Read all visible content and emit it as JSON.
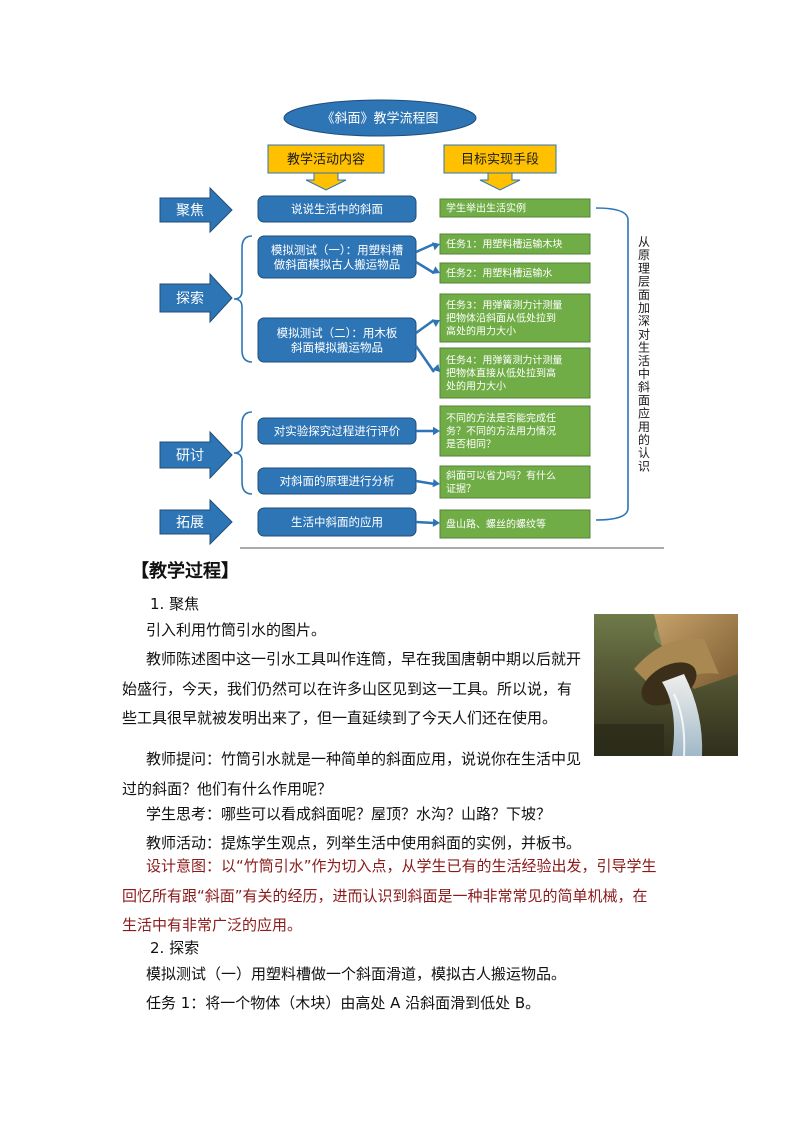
{
  "flowchart": {
    "title": "《斜面》教学流程图",
    "col_left_header": "教学活动内容",
    "col_right_header": "目标实现手段",
    "stages": [
      "聚焦",
      "探索",
      "研讨",
      "拓展"
    ],
    "activities": [
      [
        "说说生活中的斜面"
      ],
      [
        "模拟测试（一）：用塑料槽",
        "做斜面模拟古人搬运物品"
      ],
      [
        "模拟测试（二）：用木板",
        "斜面模拟搬运物品"
      ],
      [
        "对实验探究过程进行评价"
      ],
      [
        "对斜面的原理进行分析"
      ],
      [
        "生活中斜面的应用"
      ]
    ],
    "means": [
      [
        "学生举出生活实例"
      ],
      [
        "任务1：用塑料槽运输木块"
      ],
      [
        "任务2：用塑料槽运输水"
      ],
      [
        "任务3：用弹簧测力计测量",
        "把物体沿斜面从低处拉到",
        "高处的用力大小"
      ],
      [
        "任务4：用弹簧测力计测量",
        "把物体直接从低处拉到高",
        "处的用力大小"
      ],
      [
        "不同的方法是否能完成任",
        "务？不同的方法用力情况",
        "是否相同？"
      ],
      [
        "斜面可以省力吗？有什么",
        "证据？"
      ],
      [
        "盘山路、螺丝的螺纹等"
      ]
    ],
    "side_note": [
      "从",
      "原",
      "理",
      "层",
      "面",
      "加",
      "深",
      "对",
      "生",
      "活",
      "中",
      "斜",
      "面",
      "应",
      "用",
      "的",
      "认",
      "识"
    ],
    "colors": {
      "blue": "#2e75b6",
      "green": "#70ad47",
      "orange": "#ffc000"
    }
  },
  "content": {
    "heading": "【教学过程】",
    "sec1_title": "1. 聚焦",
    "p1": "引入利用竹筒引水的图片。",
    "p2": "教师陈述图中这一引水工具叫作连筒，早在我国唐朝中期以后就开始盛行，今天，我们仍然可以在许多山区见到这一工具。所以说，有些工具很早就被发明出来了，但一直延续到了今天人们还在使用。",
    "p3": "教师提问：竹筒引水就是一种简单的斜面应用，说说你在生活中见过的斜面？他们有什么作用呢？",
    "p4": "学生思考：哪些可以看成斜面呢？屋顶？水沟？山路？下坡？",
    "p5": "教师活动：提炼学生观点，列举生活中使用斜面的实例，并板书。",
    "p6": "设计意图：以“竹筒引水”作为切入点，从学生已有的生活经验出发，引导学生回忆所有跟“斜面”有关的经历，进而认识到斜面是一种非常常见的简单机械，在生活中有非常广泛的应用。",
    "sec2_title": "2. 探索",
    "p7": "模拟测试（一）用塑料槽做一个斜面滑道，模拟古人搬运物品。",
    "p8": "任务 1：将一个物体（木块）由高处 A 沿斜面滑到低处 B。"
  }
}
